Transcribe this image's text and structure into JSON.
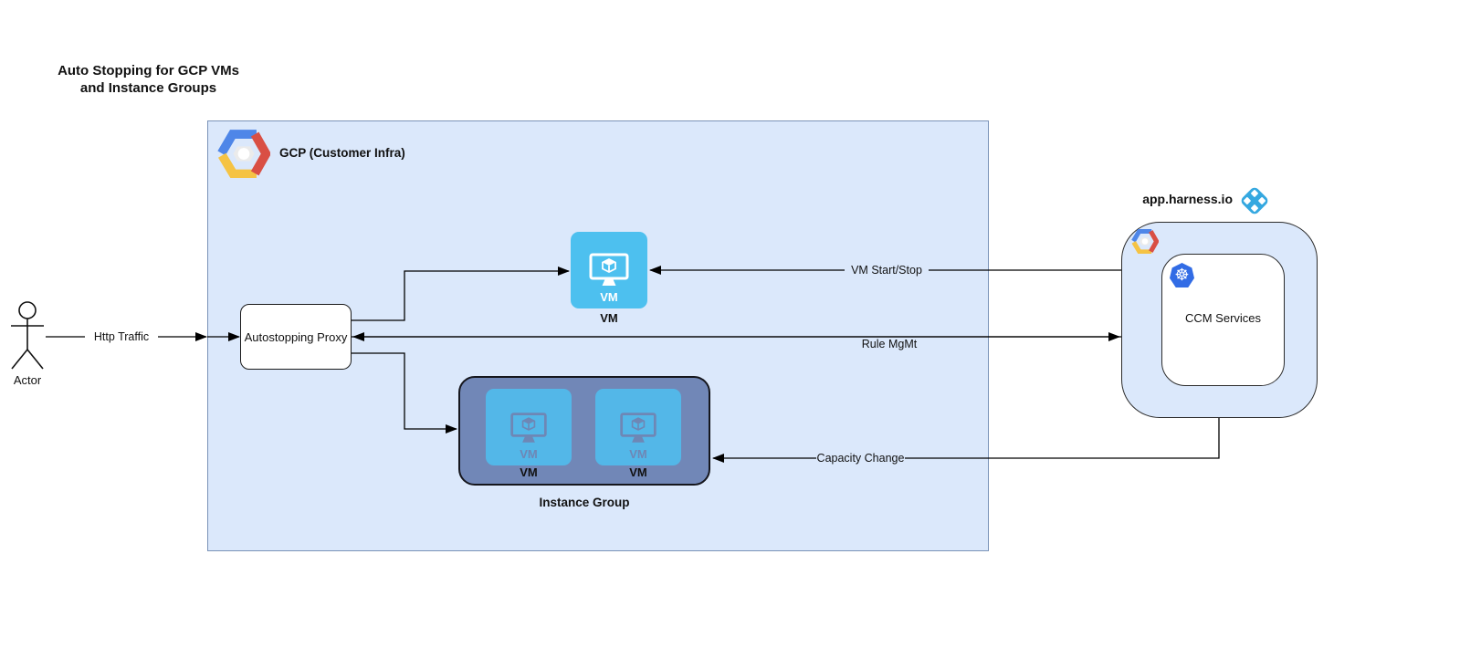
{
  "title": {
    "line1": "Auto Stopping for GCP VMs",
    "line2": "and Instance Groups"
  },
  "actor": {
    "label": "Actor"
  },
  "gcp_box": {
    "label": "GCP (Customer Infra)"
  },
  "proxy": {
    "label": "Autostopping Proxy"
  },
  "vm": {
    "icon_label": "VM",
    "label": "VM"
  },
  "instance_group": {
    "label": "Instance Group",
    "vms": [
      {
        "icon_label": "VM",
        "label": "VM"
      },
      {
        "icon_label": "VM",
        "label": "VM"
      }
    ]
  },
  "harness": {
    "label": "app.harness.io",
    "ccm_label": "CCM Services"
  },
  "edges": {
    "http_traffic": "Http Traffic",
    "vm_start_stop": "VM Start/Stop",
    "rule_mgmt": "Rule MgMt",
    "capacity_change": "Capacity Change"
  },
  "colors": {
    "container_fill": "#dbe8fb",
    "container_border": "#7a93b8",
    "vm_icon_blue": "#4dc0ef",
    "instance_group_fill": "#7187b7",
    "instance_group_vm_fill": "#53b7e8",
    "harness_logo_blue": "#35a8e0",
    "kubernetes_blue": "#326ce5",
    "gcp_logo_blue": "#4e86e8",
    "gcp_logo_red": "#d94f44",
    "gcp_logo_yellow": "#f5c344",
    "line_color": "#000000"
  }
}
